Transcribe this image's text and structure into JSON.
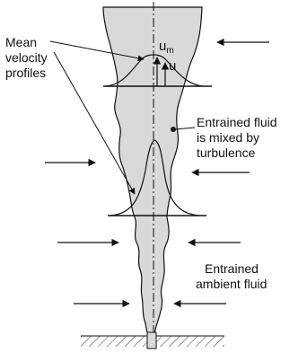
{
  "labels": {
    "mean_profiles": [
      "Mean",
      "velocity",
      "profiles"
    ],
    "entrained_mixed": [
      "Entrained fluid",
      "is mixed by",
      "turbulence"
    ],
    "entrained_ambient": [
      "Entrained",
      "ambient fluid"
    ]
  },
  "symbols": {
    "um_base": "u",
    "um_sub": "m",
    "u": "u"
  },
  "colors": {
    "plume_fill": "#d9d9d9",
    "stroke": "#111111"
  }
}
